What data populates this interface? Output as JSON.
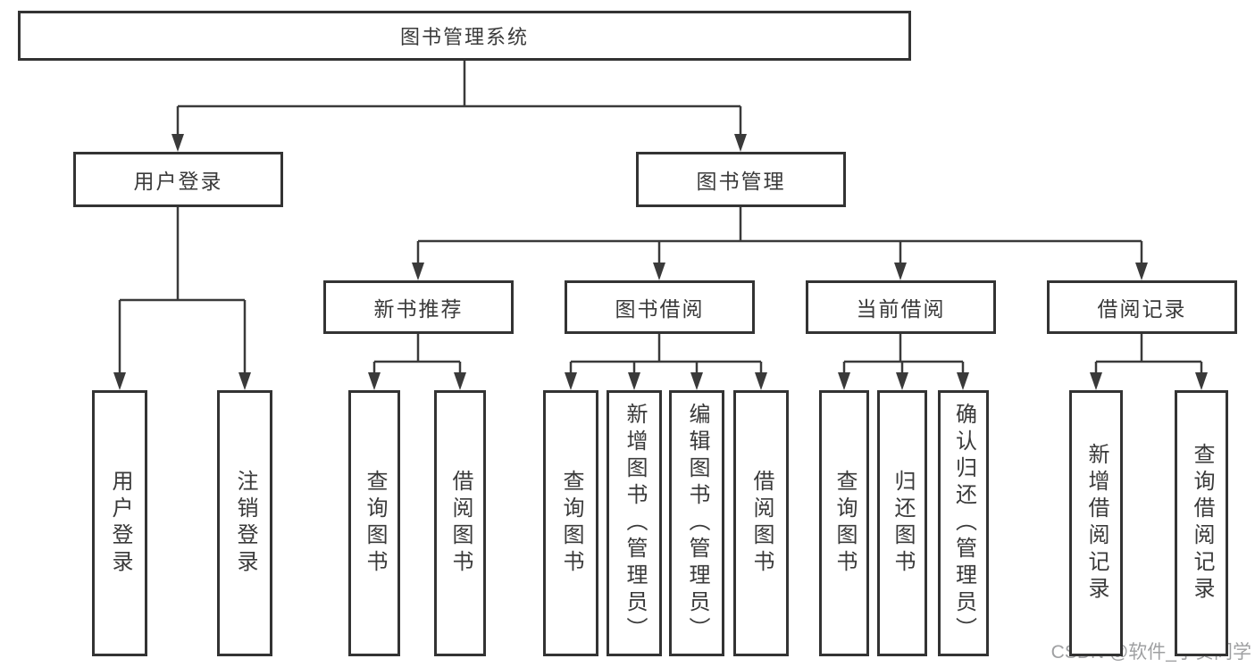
{
  "tree": {
    "root": {
      "label": "图书管理系统"
    },
    "branches": [
      {
        "label": "用户登录",
        "children": [
          {
            "label": "用户登录"
          },
          {
            "label": "注销登录"
          }
        ]
      },
      {
        "label": "图书管理",
        "children": [
          {
            "label": "新书推荐",
            "children": [
              {
                "label": "查询图书"
              },
              {
                "label": "借阅图书"
              }
            ]
          },
          {
            "label": "图书借阅",
            "children": [
              {
                "label": "查询图书"
              },
              {
                "label": "新增图书（管理员）"
              },
              {
                "label": "编辑图书（管理员）"
              },
              {
                "label": "借阅图书"
              }
            ]
          },
          {
            "label": "当前借阅",
            "children": [
              {
                "label": "查询图书"
              },
              {
                "label": "归还图书"
              },
              {
                "label": "确认归还（管理员）"
              }
            ]
          },
          {
            "label": "借阅记录",
            "children": [
              {
                "label": "新增借阅记录"
              },
              {
                "label": "查询借阅记录"
              }
            ]
          }
        ]
      }
    ]
  },
  "watermark": {
    "text": "CSDN @软件_小贺同学"
  },
  "colors": {
    "line": "#3a3a3a",
    "box_border": "#333333",
    "box_fill": "#ffffff",
    "text": "#3a3a3a",
    "watermark": "#9fa0a2",
    "background": "#ffffff"
  }
}
